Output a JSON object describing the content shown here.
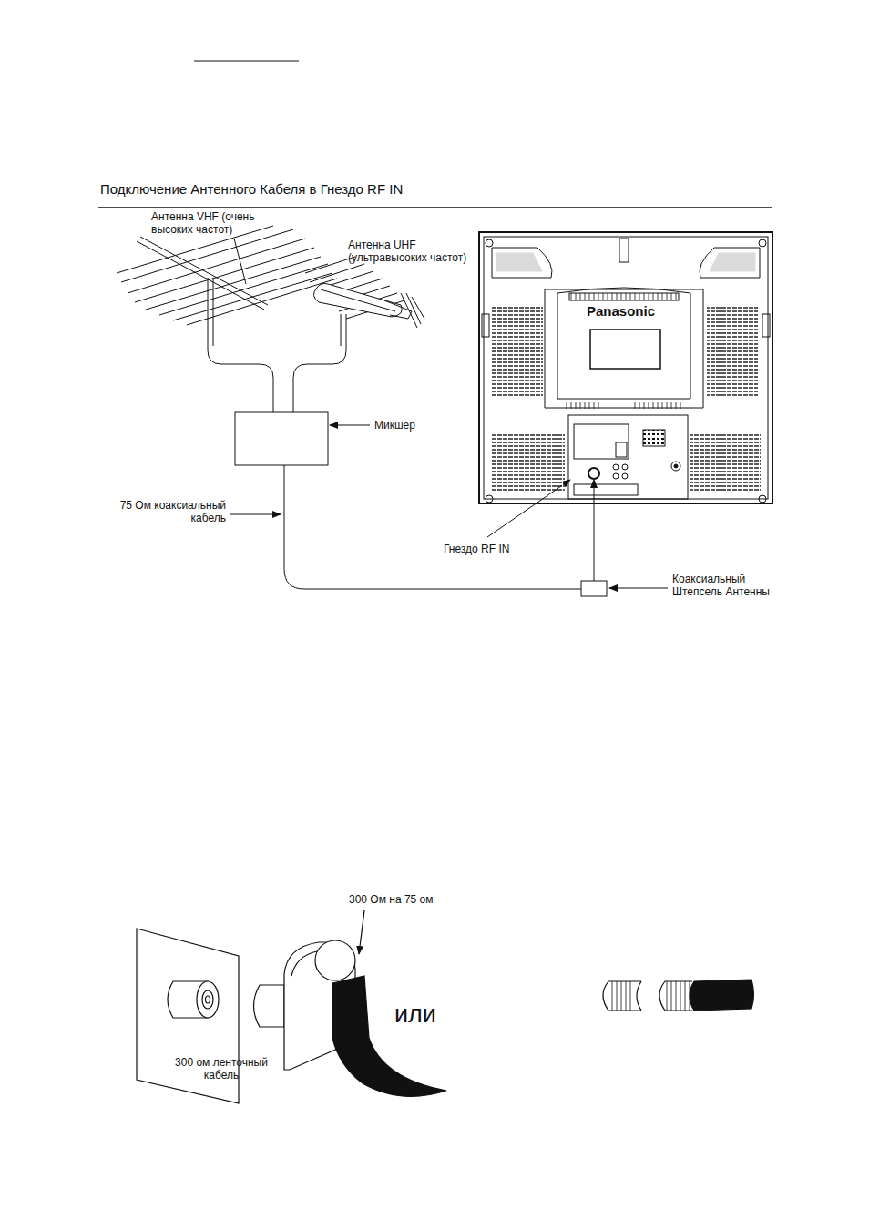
{
  "diagram": {
    "title": "Подключение Антенного Кабеля в Гнездо RF IN",
    "labels": [
      "Антенна VHF (очень высоких частот)",
      "Антенна UHF (ультравысоких частот)",
      "Микшер",
      "75 Ом коаксиальный кабель",
      "Panasonic",
      "Гнездо RF IN",
      "Коаксиальный Штепсель Антенны",
      "300 Ом на 75 ом",
      "или",
      "300 ом ленточный кабель"
    ]
  }
}
